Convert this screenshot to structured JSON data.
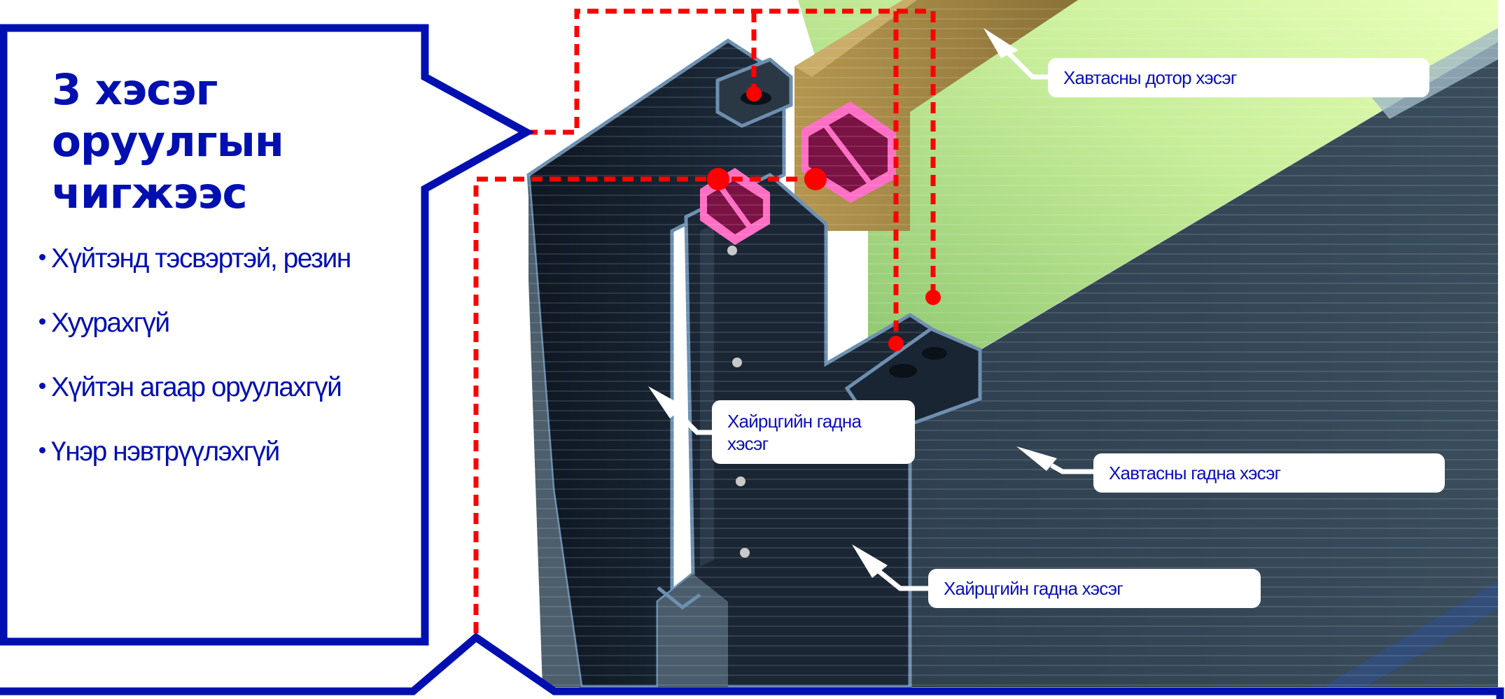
{
  "panel": {
    "heading_lines": [
      "3 хэсэг",
      "оруулгын",
      "чигжээс"
    ],
    "bullets": [
      "Хүйтэнд тэсвэртэй, резин",
      "Хуурахгүй",
      "Хүйтэн агаар оруулахгүй",
      "Үнэр нэвтрүүлэхгүй"
    ]
  },
  "labels": {
    "inner_panel": "Хавтасны дотор хэсэг",
    "box_outer_upper_line1": "Хайрцгийн гадна",
    "box_outer_upper_line2": "хэсэг",
    "panel_outer": "Хавтасны гадна хэсэг",
    "box_outer_lower": "Хайрцгийн гадна хэсэг"
  },
  "icons": {
    "pointer": "arrow-pointer-icon",
    "marker": "red-dot-marker-icon"
  },
  "colors": {
    "brand_blue": "#0010b0",
    "marker_red": "#ff0000",
    "profile_dark": "#1a2534",
    "profile_edge": "#6d8fb0",
    "insert_pink": "#ff6fc4",
    "wood": "#a88a45",
    "glass_green": "#c9ef9a"
  }
}
